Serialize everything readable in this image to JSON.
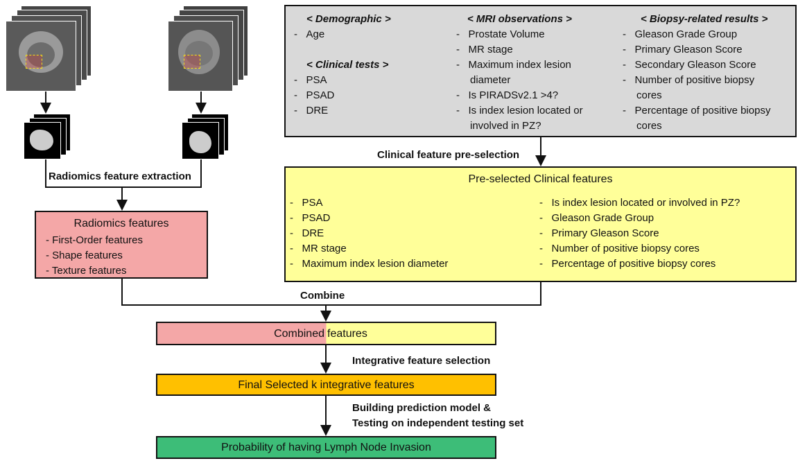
{
  "clinical_box": {
    "demographic": {
      "header": "< Demographic >",
      "items": [
        "Age"
      ]
    },
    "clinical_tests": {
      "header": "< Clinical tests >",
      "items": [
        "PSA",
        "PSAD",
        "DRE"
      ]
    },
    "mri": {
      "header": "< MRI observations >",
      "items": [
        "Prostate Volume",
        "MR stage",
        "Maximum index lesion",
        "diameter",
        "Is PIRADSv2.1 >4?",
        "Is index lesion located or",
        "involved in PZ?"
      ]
    },
    "biopsy": {
      "header": "< Biopsy-related results >",
      "items": [
        "Gleason Grade Group",
        "Primary Gleason Score",
        "Secondary Gleason Score",
        "Number of positive biopsy",
        "cores",
        "Percentage of positive biopsy",
        "cores"
      ]
    }
  },
  "labels": {
    "radiomics_extraction": "Radiomics feature extraction",
    "clinical_preselection": "Clinical feature pre-selection",
    "combine": "Combine",
    "integrative_selection": "Integrative feature selection",
    "build_model_1": "Building prediction model &",
    "build_model_2": "Testing on independent testing set"
  },
  "radiomics_box": {
    "title": "Radiomics features",
    "items": [
      "- First-Order features",
      "- Shape features",
      "- Texture features"
    ]
  },
  "preselected_box": {
    "title": "Pre-selected Clinical features",
    "left_items": [
      "PSA",
      "PSAD",
      "DRE",
      "MR stage",
      "Maximum index lesion  diameter"
    ],
    "right_items": [
      "Is index lesion located or involved in PZ?",
      "Gleason Grade Group",
      "Primary Gleason Score",
      "Number of positive biopsy cores",
      "Percentage of positive biopsy cores"
    ]
  },
  "combined_box": {
    "left": "Combined",
    "right": "features"
  },
  "final_box": {
    "label": "Final Selected k integrative features"
  },
  "output_box": {
    "label": "Probability of having Lymph Node Invasion"
  },
  "colors": {
    "clinical_bg": "#d9d9d9",
    "radiomics_bg": "#f4a7a7",
    "preselected_bg": "#ffff99",
    "final_bg": "#ffc000",
    "output_bg": "#3dbd78"
  }
}
